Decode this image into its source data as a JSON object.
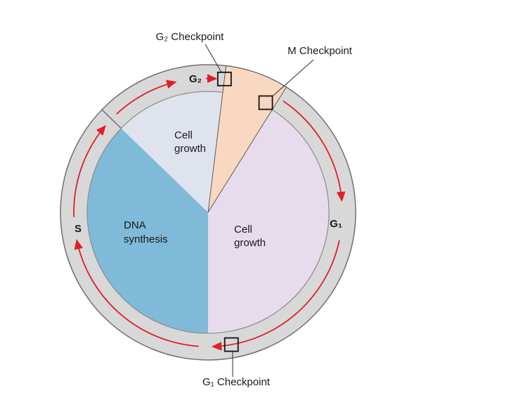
{
  "figure": {
    "name": "Cell cycle with checkpoints diagram",
    "ring_labels": {
      "g2": "G₂",
      "g1": "G₁",
      "s": "S"
    },
    "sector_labels": {
      "g2": {
        "line1": "Cell",
        "line2": "growth"
      },
      "s": {
        "line1": "DNA",
        "line2": "synthesis"
      },
      "g1": {
        "line1": "Cell",
        "line2": "growth"
      }
    },
    "checkpoint_labels": {
      "g2": "G₂ Checkpoint",
      "m": "M Checkpoint",
      "g1": "G₁ Checkpoint"
    }
  },
  "colors": {
    "ring_fill": "#d8d8d8",
    "ring_outline": "#6f6f6f",
    "rim_outline": "#8c8c8c",
    "g2_sector": "#dfe3ed",
    "g1_sector": "#e6dcec",
    "s_sector": "#7fbad8",
    "m_wedge": "#f9d8c1",
    "wedge_outline": "#4d4d4d",
    "arrow_red": "#e01f26",
    "checkpoint_stroke": "#111111"
  }
}
